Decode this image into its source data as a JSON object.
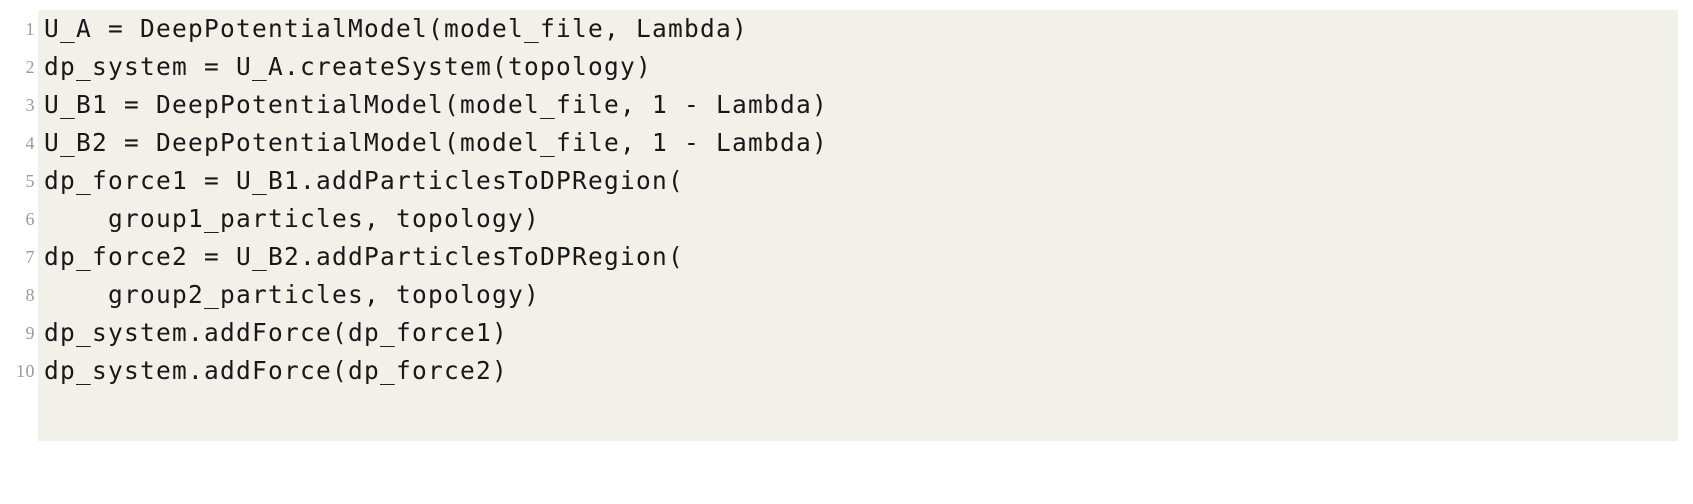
{
  "listing": {
    "language": "Python",
    "background_color": "#f2f1e9",
    "page_background_color": "#ffffff",
    "text_color": "#18181a",
    "line_number_color": "#9a9a96",
    "lines": [
      {
        "number": "1",
        "code": "U_A = DeepPotentialModel(model_file, Lambda)"
      },
      {
        "number": "2",
        "code": "dp_system = U_A.createSystem(topology)"
      },
      {
        "number": "3",
        "code": "U_B1 = DeepPotentialModel(model_file, 1 - Lambda)"
      },
      {
        "number": "4",
        "code": "U_B2 = DeepPotentialModel(model_file, 1 - Lambda)"
      },
      {
        "number": "5",
        "code": "dp_force1 = U_B1.addParticlesToDPRegion("
      },
      {
        "number": "6",
        "code": "    group1_particles, topology)"
      },
      {
        "number": "7",
        "code": "dp_force2 = U_B2.addParticlesToDPRegion("
      },
      {
        "number": "8",
        "code": "    group2_particles, topology)"
      },
      {
        "number": "9",
        "code": "dp_system.addForce(dp_force1)"
      },
      {
        "number": "10",
        "code": "dp_system.addForce(dp_force2)"
      }
    ]
  }
}
